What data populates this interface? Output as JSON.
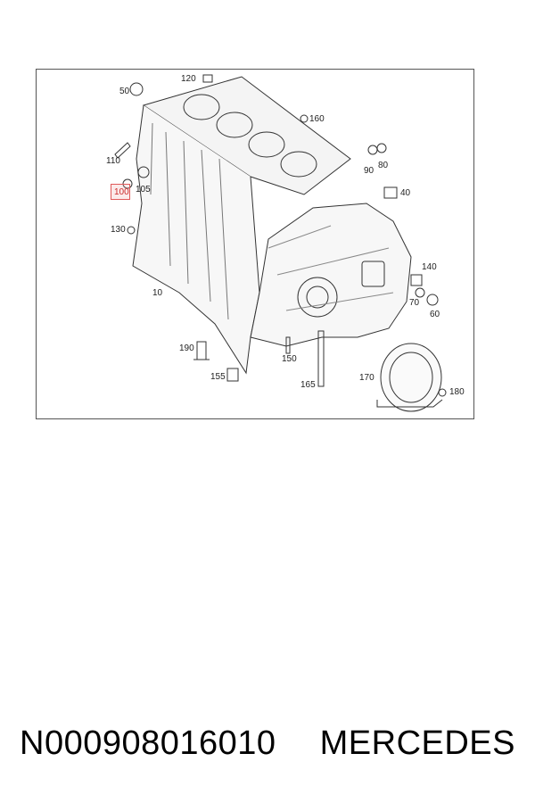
{
  "diagram": {
    "highlighted_callout": "100",
    "callouts": [
      {
        "id": "50",
        "label": "50"
      },
      {
        "id": "120",
        "label": "120"
      },
      {
        "id": "160",
        "label": "160"
      },
      {
        "id": "110",
        "label": "110"
      },
      {
        "id": "100",
        "label": "100"
      },
      {
        "id": "105",
        "label": "105"
      },
      {
        "id": "90",
        "label": "90"
      },
      {
        "id": "80",
        "label": "80"
      },
      {
        "id": "40",
        "label": "40"
      },
      {
        "id": "130",
        "label": "130"
      },
      {
        "id": "10",
        "label": "10"
      },
      {
        "id": "140",
        "label": "140"
      },
      {
        "id": "70",
        "label": "70"
      },
      {
        "id": "60",
        "label": "60"
      },
      {
        "id": "190",
        "label": "190"
      },
      {
        "id": "150",
        "label": "150"
      },
      {
        "id": "155",
        "label": "155"
      },
      {
        "id": "165",
        "label": "165"
      },
      {
        "id": "170",
        "label": "170"
      },
      {
        "id": "180",
        "label": "180"
      }
    ]
  },
  "caption": {
    "part_number": "N000908016010",
    "brand": "MERCEDES"
  }
}
